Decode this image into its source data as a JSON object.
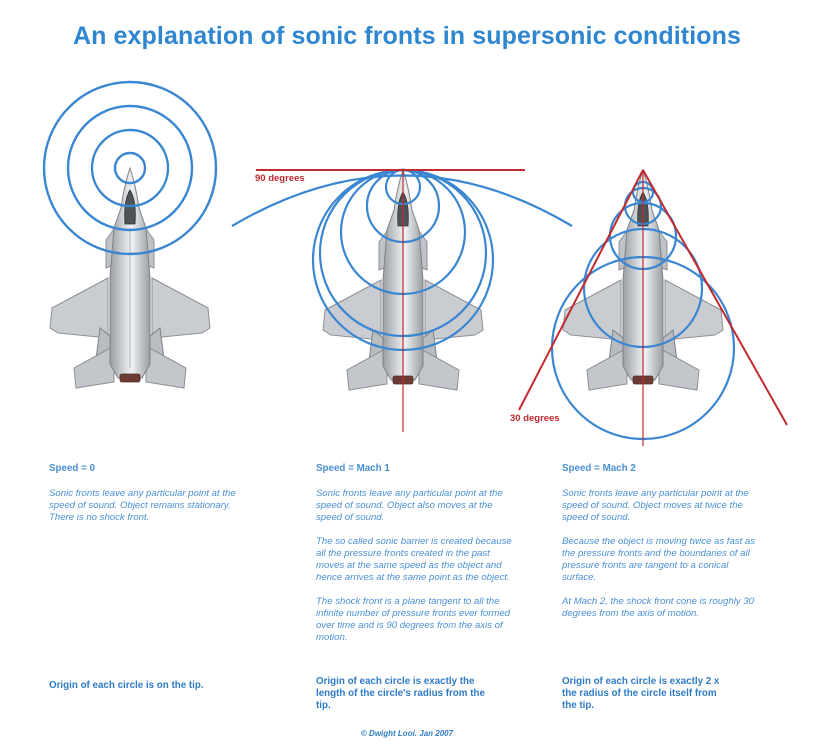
{
  "title": "An explanation of sonic fronts in supersonic conditions",
  "colors": {
    "wave": "#3a86d1",
    "line": "#c22a2f",
    "text": "#4a90d4",
    "title": "#2f86d0"
  },
  "angles": {
    "mach1": "90 degrees",
    "mach2": "30 degrees"
  },
  "columns": [
    {
      "speed": "Speed = 0",
      "paragraphs": [
        "Sonic fronts leave any particular point at the speed of sound. Object remains stationary. There is no shock front."
      ],
      "origin": "Origin of each circle is on the tip."
    },
    {
      "speed": "Speed = Mach 1",
      "paragraphs": [
        "Sonic fronts leave any particular point at the speed of sound. Object also moves at the speed of sound.",
        "The so called sonic barrier is created because all the pressure fronts created in the past moves at the same speed as the object and hence arrives at the same point as the object.",
        "The shock front is a plane tangent to all the infinite number of pressure fronts ever formed over time and is 90 degrees from the axis of motion."
      ],
      "origin": "Origin of each circle is exactly the length of the circle's radius from the tip."
    },
    {
      "speed": "Speed = Mach 2",
      "paragraphs": [
        "Sonic fronts leave any particular point at the speed of sound. Object moves at twice the speed of sound.",
        "Because the object is moving twice as fast as the pressure fronts and the boundaries of all pressure fronts are tangent to a conical surface.",
        "At Mach 2, the shock front cone is roughly 30 degrees from the axis of motion."
      ],
      "origin": "Origin of each circle is exactly 2 x the radius of the circle itself from the tip."
    }
  ],
  "credit": "© Dwight Looi. Jan 2007"
}
